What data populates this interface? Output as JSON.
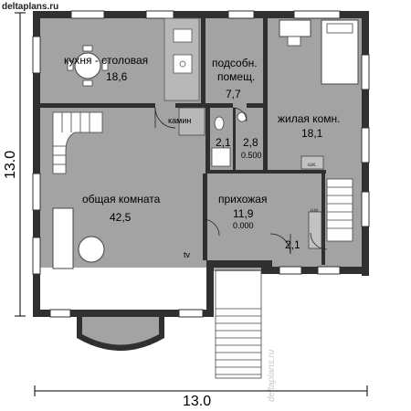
{
  "site": "deltaplans.ru",
  "watermark": "deltaplans.ru",
  "dimensions": {
    "width": "13.0",
    "height": "13.0"
  },
  "rooms": {
    "kitchen": {
      "name": "кухня - столовая",
      "area": "18,6"
    },
    "utility": {
      "name_line1": "подсобн.",
      "name_line2": "помещ.",
      "area": "7,7"
    },
    "bedroom": {
      "name": "жилая комн.",
      "area": "18,1"
    },
    "living": {
      "name": "общая комната",
      "area": "42,5"
    },
    "hall": {
      "name": "прихожая",
      "area": "11,9",
      "level": "0.000"
    },
    "bath_a": {
      "area": "2,1"
    },
    "bath_b": {
      "area": "2,8",
      "level": "0.500"
    },
    "closet": {
      "area": "2,1"
    }
  },
  "labels": {
    "fireplace": "камин",
    "tv": "tv",
    "wardrobe_1": "шк.",
    "wardrobe_2": "шк."
  },
  "colors": {
    "floor": "#a3a3a3",
    "wall": "#303030",
    "window": "#ffffff",
    "furniture": "#ffffff"
  }
}
